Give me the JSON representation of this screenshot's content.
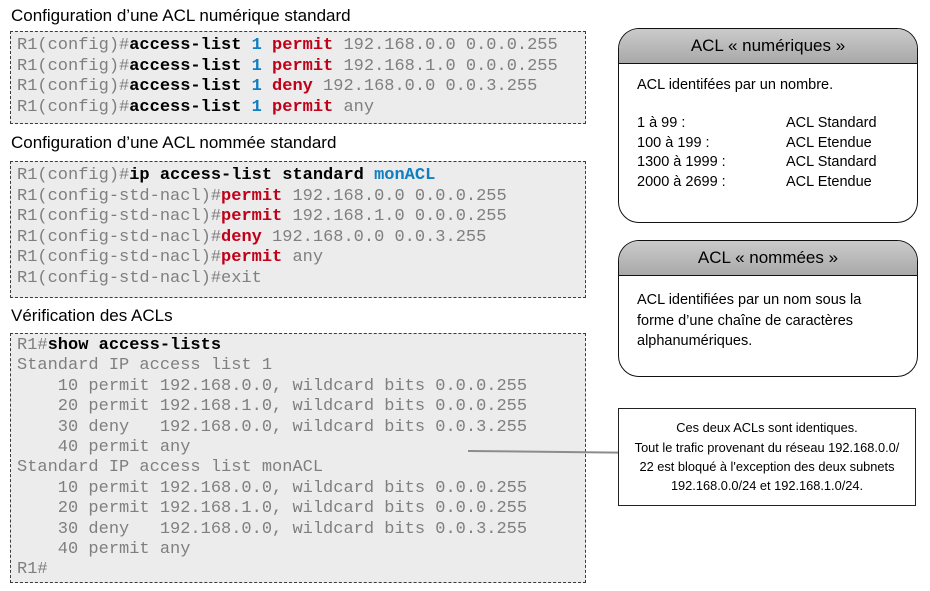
{
  "colors": {
    "prompt_gray": "#7f7f7f",
    "keyword_blue": "#0e7fc1",
    "keyword_red": "#c00018",
    "code_block_bg": "#ececec",
    "panel_header_gray": "#b5b5b5"
  },
  "sections": [
    {
      "title": "Configuration d’une ACL numérique standard",
      "lines": [
        [
          {
            "t": "R1(config)#",
            "s": "gray"
          },
          {
            "t": "access-list ",
            "s": "bold"
          },
          {
            "t": "1",
            "s": "blue"
          },
          {
            "t": " ",
            "s": "gray"
          },
          {
            "t": "permit",
            "s": "red"
          },
          {
            "t": " 192.168.0.0 0.0.0.255",
            "s": "gray"
          }
        ],
        [
          {
            "t": "R1(config)#",
            "s": "gray"
          },
          {
            "t": "access-list ",
            "s": "bold"
          },
          {
            "t": "1",
            "s": "blue"
          },
          {
            "t": " ",
            "s": "gray"
          },
          {
            "t": "permit",
            "s": "red"
          },
          {
            "t": " 192.168.1.0 0.0.0.255",
            "s": "gray"
          }
        ],
        [
          {
            "t": "R1(config)#",
            "s": "gray"
          },
          {
            "t": "access-list ",
            "s": "bold"
          },
          {
            "t": "1",
            "s": "blue"
          },
          {
            "t": " ",
            "s": "gray"
          },
          {
            "t": "deny",
            "s": "red"
          },
          {
            "t": " 192.168.0.0 0.0.3.255",
            "s": "gray"
          }
        ],
        [
          {
            "t": "R1(config)#",
            "s": "gray"
          },
          {
            "t": "access-list ",
            "s": "bold"
          },
          {
            "t": "1",
            "s": "blue"
          },
          {
            "t": " ",
            "s": "gray"
          },
          {
            "t": "permit",
            "s": "red"
          },
          {
            "t": " any",
            "s": "gray"
          }
        ]
      ]
    },
    {
      "title": "Configuration d’une ACL nommée standard",
      "lines": [
        [
          {
            "t": "R1(config)#",
            "s": "gray"
          },
          {
            "t": "ip access-list standard ",
            "s": "bold"
          },
          {
            "t": "monACL",
            "s": "blue"
          }
        ],
        [
          {
            "t": "R1(config-std-nacl)#",
            "s": "gray"
          },
          {
            "t": "permit",
            "s": "red"
          },
          {
            "t": " 192.168.0.0 0.0.0.255",
            "s": "gray"
          }
        ],
        [
          {
            "t": "R1(config-std-nacl)#",
            "s": "gray"
          },
          {
            "t": "permit",
            "s": "red"
          },
          {
            "t": " 192.168.1.0 0.0.0.255",
            "s": "gray"
          }
        ],
        [
          {
            "t": "R1(config-std-nacl)#",
            "s": "gray"
          },
          {
            "t": "deny",
            "s": "red"
          },
          {
            "t": " 192.168.0.0 0.0.3.255",
            "s": "gray"
          }
        ],
        [
          {
            "t": "R1(config-std-nacl)#",
            "s": "gray"
          },
          {
            "t": "permit",
            "s": "red"
          },
          {
            "t": " any",
            "s": "gray"
          }
        ],
        [
          {
            "t": "R1(config-std-nacl)#exit",
            "s": "gray"
          }
        ]
      ]
    },
    {
      "title": "Vérification des ACLs",
      "lines": [
        [
          {
            "t": "R1#",
            "s": "gray"
          },
          {
            "t": "show access-lists",
            "s": "bold"
          }
        ],
        [
          {
            "t": "Standard IP access list 1",
            "s": "gray"
          }
        ],
        [
          {
            "t": "    10 permit 192.168.0.0, wildcard bits 0.0.0.255",
            "s": "gray"
          }
        ],
        [
          {
            "t": "    20 permit 192.168.1.0, wildcard bits 0.0.0.255",
            "s": "gray"
          }
        ],
        [
          {
            "t": "    30 deny   192.168.0.0, wildcard bits 0.0.3.255",
            "s": "gray"
          }
        ],
        [
          {
            "t": "    40 permit any",
            "s": "gray"
          }
        ],
        [
          {
            "t": "Standard IP access list monACL",
            "s": "gray"
          }
        ],
        [
          {
            "t": "    10 permit 192.168.0.0, wildcard bits 0.0.0.255",
            "s": "gray"
          }
        ],
        [
          {
            "t": "    20 permit 192.168.1.0, wildcard bits 0.0.0.255",
            "s": "gray"
          }
        ],
        [
          {
            "t": "    30 deny   192.168.0.0, wildcard bits 0.0.3.255",
            "s": "gray"
          }
        ],
        [
          {
            "t": "    40 permit any",
            "s": "gray"
          }
        ],
        [
          {
            "t": "R1#",
            "s": "gray"
          }
        ]
      ]
    }
  ],
  "panels": [
    {
      "header": "ACL « numériques »",
      "intro": "ACL identifées par un nombre.",
      "rows": [
        {
          "range": "1 à 99 :",
          "type": "ACL Standard"
        },
        {
          "range": "100 à 199 :",
          "type": "ACL Etendue"
        },
        {
          "range": "1300 à 1999 :",
          "type": "ACL Standard"
        },
        {
          "range": "2000 à 2699 :",
          "type": "ACL Etendue"
        }
      ]
    },
    {
      "header": "ACL « nommées »",
      "body": "ACL identifiées par un nom sous la forme d’une chaîne de caractères alphanumériques."
    }
  ],
  "note": {
    "lines": [
      "Ces deux ACLs  sont identiques.",
      "Tout le trafic provenant du réseau 192.168.0.0/",
      "22 est bloqué à l'exception des deux subnets",
      "192.168.0.0/24 et 192.168.1.0/24."
    ]
  }
}
